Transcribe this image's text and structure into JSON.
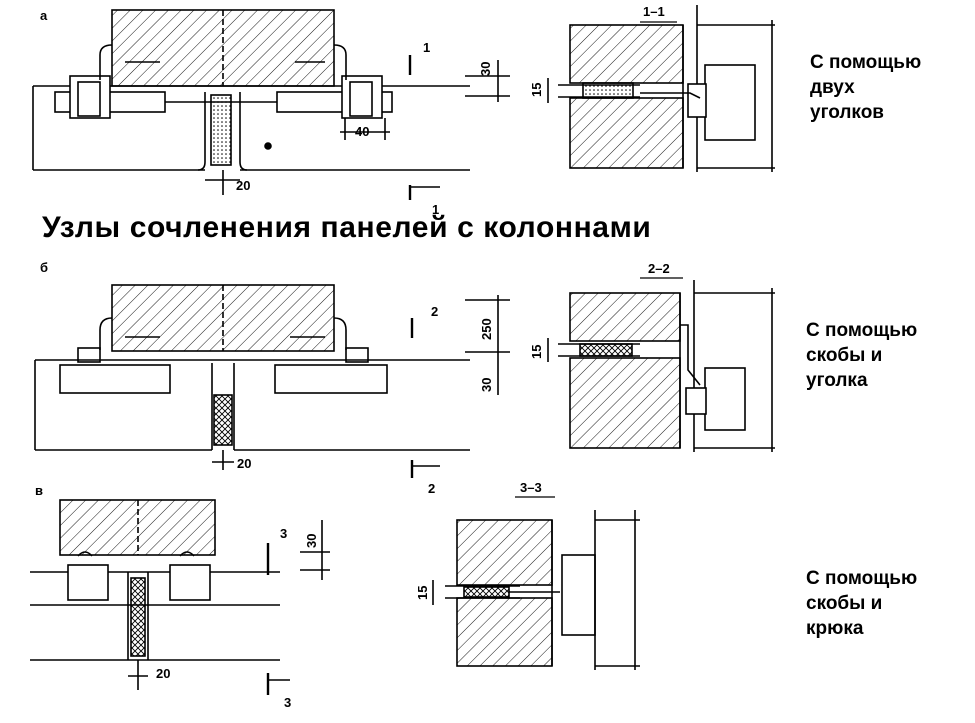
{
  "title": "Узлы сочленения панелей с колоннами",
  "variants": [
    {
      "letter": "а",
      "section": "1–1",
      "section_mark": "1",
      "caption": [
        "С помощью",
        "двух",
        "уголков"
      ],
      "dims": {
        "joint": "20",
        "offset": "30",
        "angle": "40",
        "seam": "15"
      }
    },
    {
      "letter": "б",
      "section": "2–2",
      "section_mark": "2",
      "caption": [
        "С помощью",
        "скобы и",
        "уголка"
      ],
      "dims": {
        "joint": "20",
        "offset": "30",
        "height": "250",
        "seam": "15"
      }
    },
    {
      "letter": "в",
      "section": "3–3",
      "section_mark": "3",
      "caption": [
        "С помощью",
        "скобы и",
        "крюка"
      ],
      "dims": {
        "joint": "20",
        "offset": "30",
        "seam": "15"
      }
    }
  ],
  "colors": {
    "ink": "#000000",
    "paper": "#ffffff"
  }
}
